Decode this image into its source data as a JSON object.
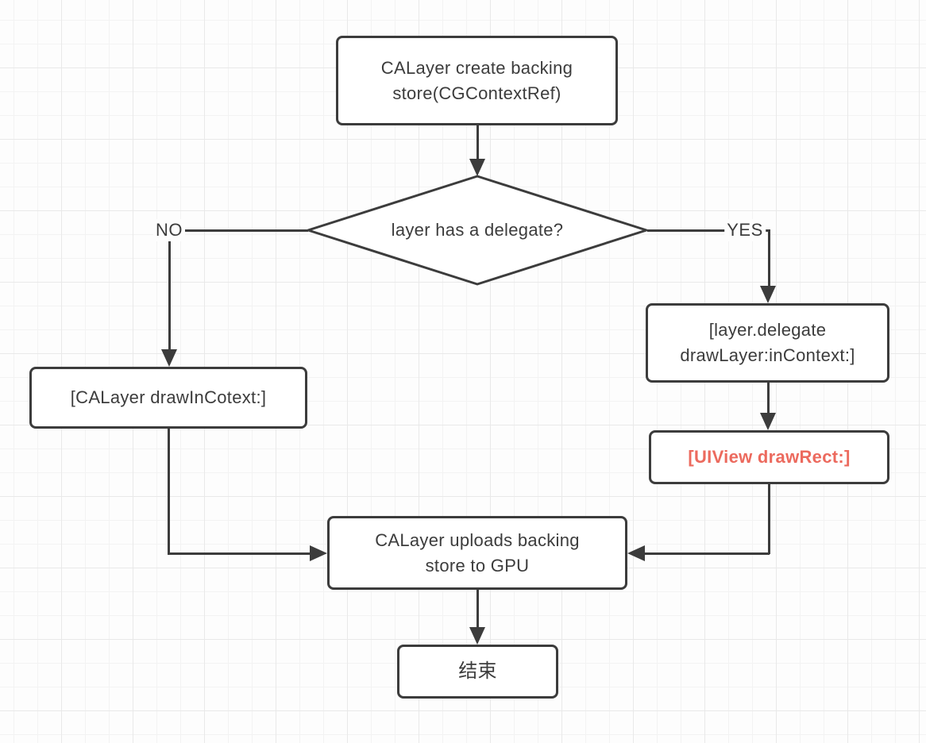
{
  "diagram": {
    "nodes": {
      "start": {
        "label": [
          "CALayer create backing",
          "store(CGContextRef)"
        ]
      },
      "decision": {
        "label": "layer has a delegate?"
      },
      "no_result": {
        "label": "[CALayer drawInCotext:]"
      },
      "yes_delegate": {
        "label": [
          "[layer.delegate",
          "drawLayer:inContext:]"
        ]
      },
      "yes_drawrect": {
        "label": "[UIView drawRect:]"
      },
      "merge": {
        "label": [
          "CALayer uploads backing",
          "store to GPU"
        ]
      },
      "end": {
        "label": "结束"
      }
    },
    "edge_labels": {
      "no": "NO",
      "yes": "YES"
    },
    "colors": {
      "stroke": "#3c3c3c",
      "node_fill": "#ffffff",
      "highlight_text": "#ec6a5e",
      "background": "#fdfdfd",
      "grid_minor": "#f3f3f3",
      "grid_major": "#e9e9e9"
    }
  }
}
